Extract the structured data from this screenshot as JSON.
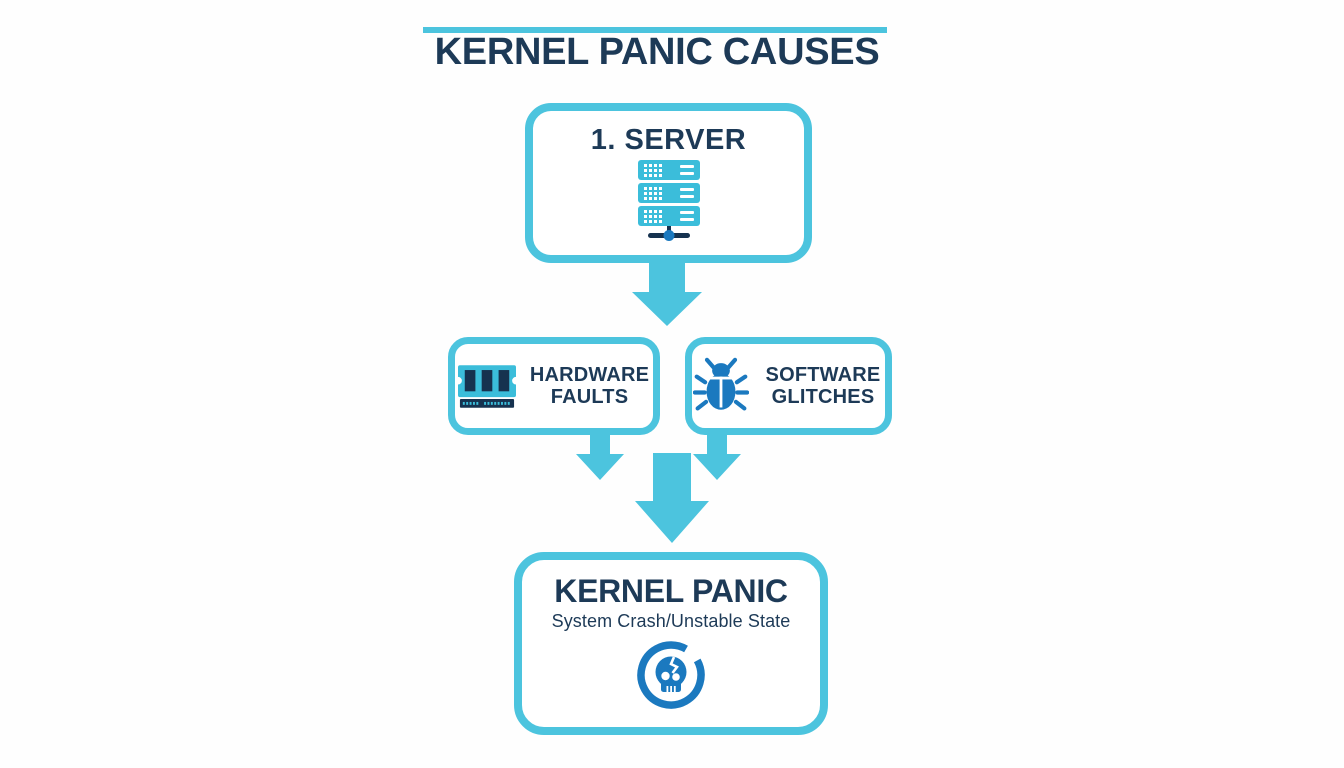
{
  "header": {
    "title": "KERNEL PANIC CAUSES"
  },
  "flow": {
    "server": {
      "label": "1. SERVER",
      "icon": "server-rack-icon"
    },
    "causes": [
      {
        "id": "hardware-faults",
        "label": "HARDWARE FAULTS",
        "icon": "ram-memory-icon"
      },
      {
        "id": "software-glitches",
        "label": "SOFTWARE GLITCHES",
        "icon": "bug-icon"
      }
    ],
    "result": {
      "title": "KERNEL PANIC",
      "subtitle": "System Crash/Unstable State",
      "icon": "cracked-skull-icon"
    },
    "connectors": [
      "arrow-server-to-causes",
      "arrow-hardware-down",
      "arrow-software-down",
      "arrow-causes-to-kernel-panic"
    ]
  },
  "colors": {
    "accent_cyan": "#4CC4DE",
    "text_navy": "#1D3A57",
    "icon_blue": "#1B79BF",
    "icon_cyan": "#3BBDDA",
    "icon_navy": "#16324F",
    "background": "#FEFEFE"
  }
}
